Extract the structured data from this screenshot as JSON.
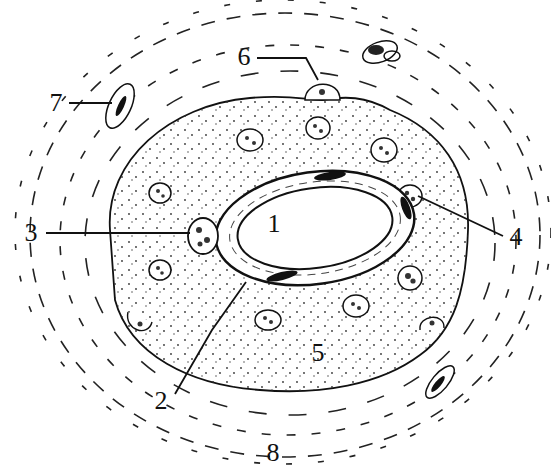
{
  "diagram": {
    "labels": [
      "6",
      "7",
      "3",
      "1",
      "4",
      "5",
      "2",
      "8"
    ]
  }
}
